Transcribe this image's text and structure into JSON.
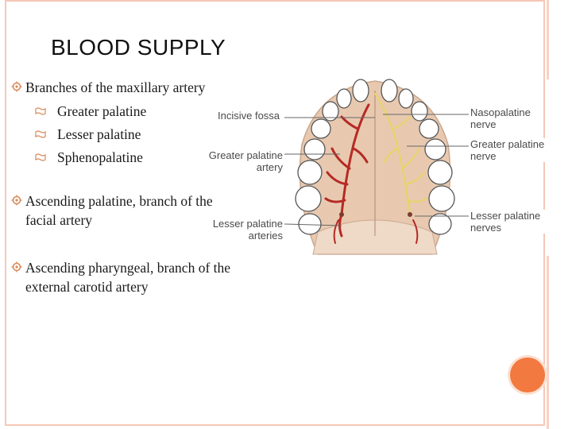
{
  "title": "BLOOD SUPPLY",
  "bullets": [
    {
      "text": "Branches of the maxillary artery",
      "sub": [
        "Greater palatine",
        "Lesser palatine",
        "Sphenopalatine"
      ]
    },
    {
      "text": "Ascending palatine, branch of the facial artery"
    },
    {
      "text": "Ascending pharyngeal, branch of the external carotid artery"
    }
  ],
  "figure": {
    "labels": {
      "incisive_fossa": "Incisive fossa",
      "greater_palatine_artery": "Greater palatine artery",
      "lesser_palatine_arteries": "Lesser palatine arteries",
      "nasopalatine_nerve": "Nasopalatine nerve",
      "greater_palatine_nerve": "Greater palatine nerve",
      "lesser_palatine_nerves": "Lesser palatine nerves"
    }
  },
  "colors": {
    "accent": "#f2793f",
    "border": "#f5c8b8",
    "artery": "#b52a25",
    "nerve": "#e8d36a",
    "palate": "#e8c9b0"
  }
}
